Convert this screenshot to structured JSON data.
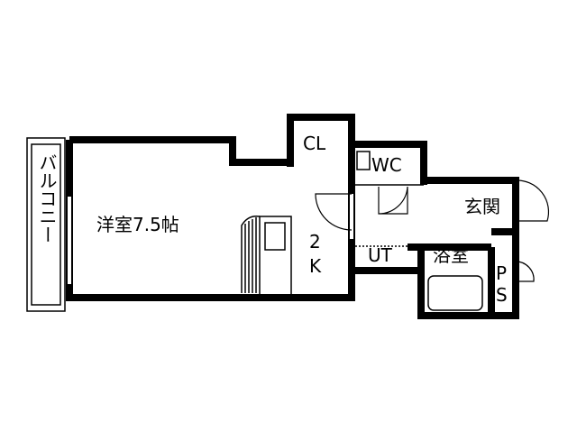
{
  "rooms": {
    "balcony": "バルコニー",
    "western_room": "洋室7.5帖",
    "kitchen_line1": "2",
    "kitchen_line2": "K",
    "closet": "CL",
    "toilet": "WC",
    "entrance": "玄関",
    "utility": "UT",
    "bathroom": "浴室",
    "ps_line1": "P",
    "ps_line2": "S"
  }
}
